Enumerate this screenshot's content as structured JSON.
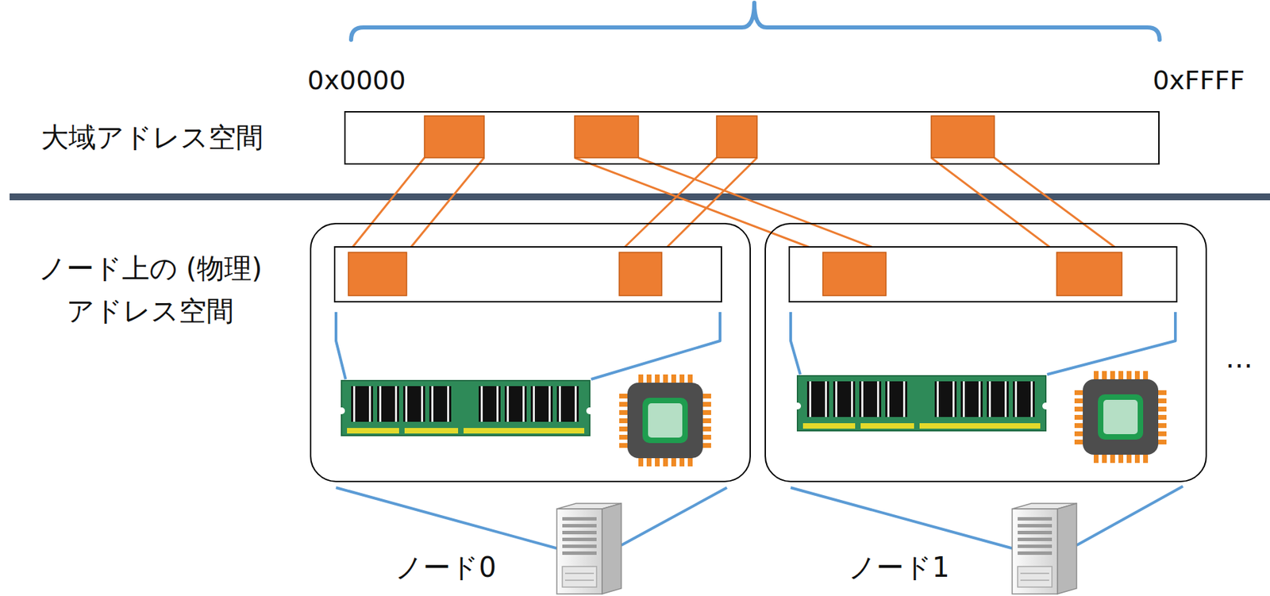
{
  "diagram": {
    "nodes": [
      {
        "text": [
          "大域アドレス空間"
        ]
      },
      {
        "text": [
          "ノード0"
        ]
      },
      {
        "text": [
          "ノード1"
        ]
      }
    ],
    "labels": [
      "0x0000",
      "0xFFFF",
      "ノード上の (物理)アドレス空間",
      "…"
    ]
  }
}
